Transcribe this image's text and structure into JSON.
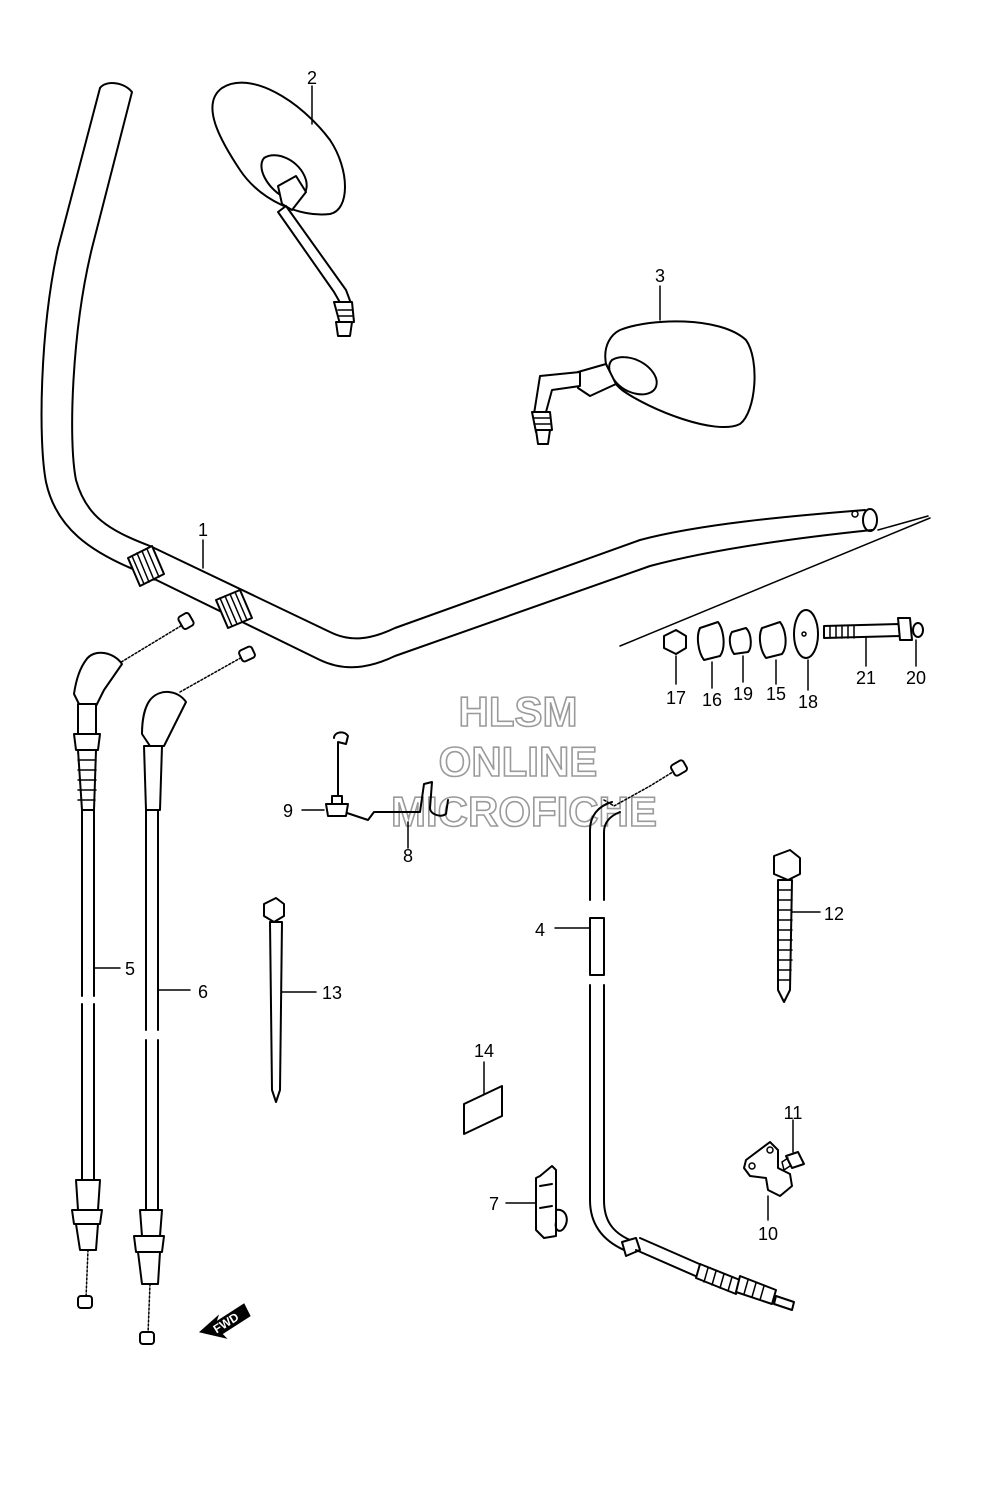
{
  "watermark": {
    "line1": "HLSM",
    "line2": "ONLINE",
    "line3": "MICROFICHE"
  },
  "fwd_label": "FWD",
  "callouts": [
    {
      "id": "1",
      "text": "1"
    },
    {
      "id": "2",
      "text": "2"
    },
    {
      "id": "3",
      "text": "3"
    },
    {
      "id": "4",
      "text": "4"
    },
    {
      "id": "5",
      "text": "5"
    },
    {
      "id": "6",
      "text": "6"
    },
    {
      "id": "7",
      "text": "7"
    },
    {
      "id": "8",
      "text": "8"
    },
    {
      "id": "9",
      "text": "9"
    },
    {
      "id": "10",
      "text": "10"
    },
    {
      "id": "11",
      "text": "11"
    },
    {
      "id": "12",
      "text": "12"
    },
    {
      "id": "13",
      "text": "13"
    },
    {
      "id": "14",
      "text": "14"
    },
    {
      "id": "15",
      "text": "15"
    },
    {
      "id": "16",
      "text": "16"
    },
    {
      "id": "17",
      "text": "17"
    },
    {
      "id": "18",
      "text": "18"
    },
    {
      "id": "19",
      "text": "19"
    },
    {
      "id": "20",
      "text": "20"
    },
    {
      "id": "21",
      "text": "21"
    }
  ]
}
